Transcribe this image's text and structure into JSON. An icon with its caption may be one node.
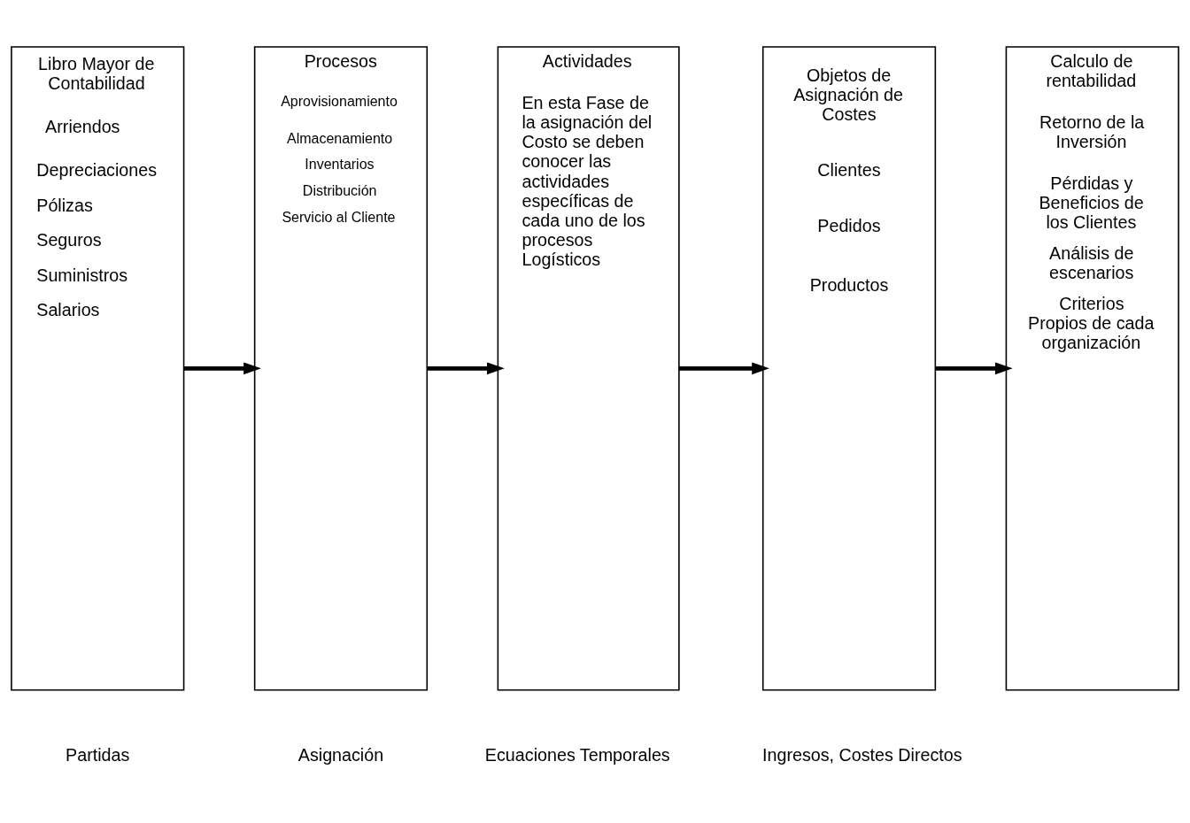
{
  "diagram": {
    "nodes": [
      {
        "text": [
          "Libro Mayor de Contabilidad",
          "Arriendos",
          "Depreciaciones",
          "Pólizas",
          "Seguros",
          "Suministros",
          "Salarios"
        ]
      },
      {
        "text": [
          "Procesos",
          "Aprovisionamiento",
          "Almacenamiento",
          "Inventarios",
          "Distribución",
          "Servicio al Cliente"
        ]
      },
      {
        "text": [
          "Actividades",
          "En esta Fase de la asignación del Costo se deben conocer las actividades específicas de cada uno de los procesos Logísticos"
        ]
      },
      {
        "text": [
          "Objetos de Asignación de Costes",
          "Clientes",
          "Pedidos",
          "Productos"
        ]
      },
      {
        "text": [
          "Calculo de rentabilidad",
          "Retorno de la Inversión",
          "Pérdidas y Beneficios de los Clientes",
          "Análisis de escenarios",
          "Criterios Propios de cada organización"
        ]
      }
    ],
    "edges": [
      {
        "from": 0,
        "to": 1,
        "arrow": "to"
      },
      {
        "from": 1,
        "to": 2,
        "arrow": "to"
      },
      {
        "from": 2,
        "to": 3,
        "arrow": "to"
      },
      {
        "from": 3,
        "to": 4,
        "arrow": "to"
      }
    ],
    "labels": [
      "Partidas",
      "Asignación",
      "Ecuaciones Temporales",
      "Ingresos, Costes Directos"
    ]
  }
}
